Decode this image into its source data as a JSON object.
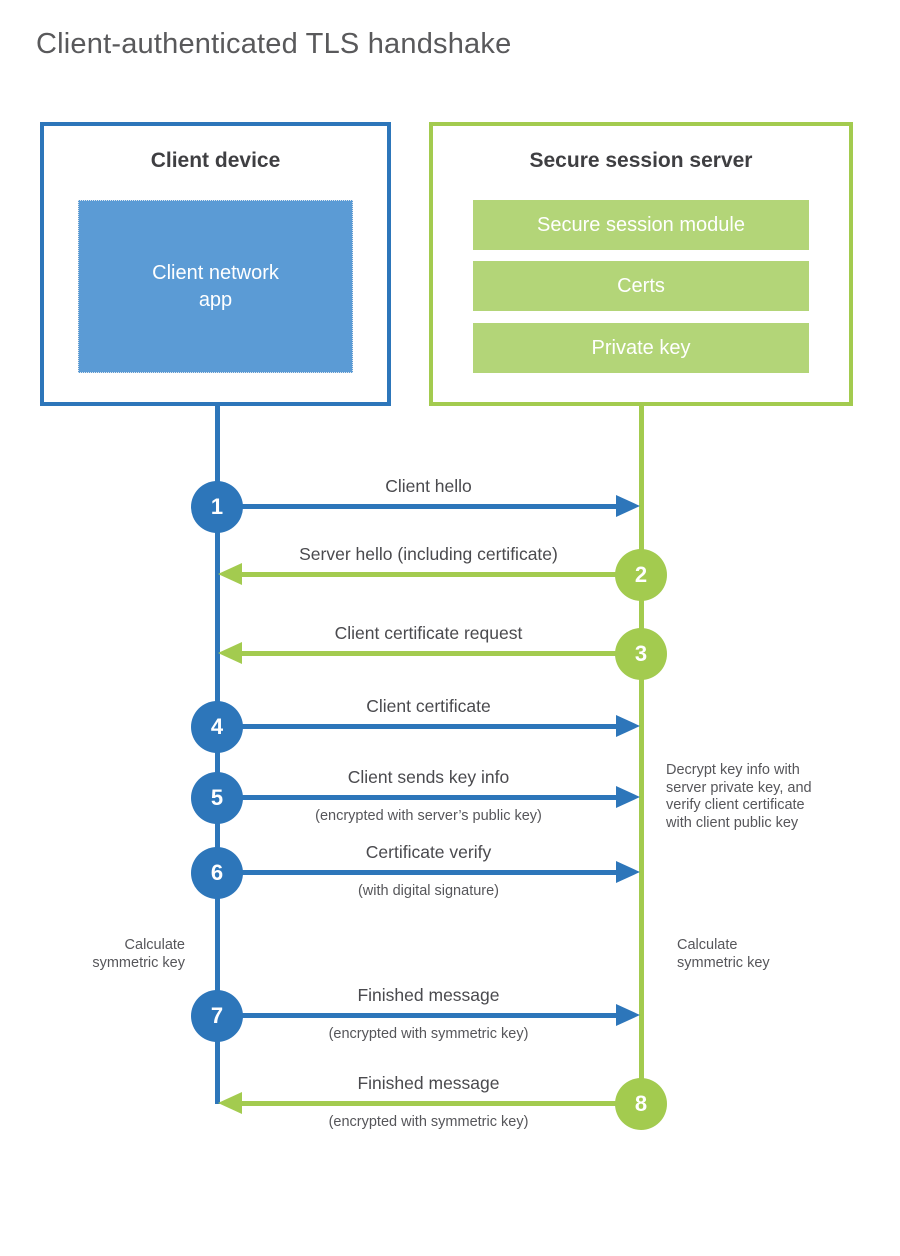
{
  "title": "Client-authenticated TLS handshake",
  "colors": {
    "blue": "#2d76ba",
    "blue_fill": "#5b9bd5",
    "green": "#a3cb4f",
    "green_fill": "#b3d578",
    "text_dark": "#3f3f42",
    "text": "#4a4a4e",
    "muted": "#56565a",
    "title": "#59595b"
  },
  "client": {
    "title": "Client device",
    "app": "Client network app"
  },
  "server": {
    "title": "Secure session server",
    "modules": [
      "Secure session module",
      "Certs",
      "Private key"
    ]
  },
  "steps": [
    {
      "num": "1",
      "label": "Client hello",
      "sub": "",
      "direction": "right",
      "color": "blue"
    },
    {
      "num": "2",
      "label": "Server hello (including certificate)",
      "sub": "",
      "direction": "left",
      "color": "green"
    },
    {
      "num": "3",
      "label": "Client certificate request",
      "sub": "",
      "direction": "left",
      "color": "green"
    },
    {
      "num": "4",
      "label": "Client certificate",
      "sub": "",
      "direction": "right",
      "color": "blue"
    },
    {
      "num": "5",
      "label": "Client sends key info",
      "sub": "(encrypted with server’s public key)",
      "direction": "right",
      "color": "blue"
    },
    {
      "num": "6",
      "label": "Certificate verify",
      "sub": "(with digital signature)",
      "direction": "right",
      "color": "blue"
    },
    {
      "num": "7",
      "label": "Finished message",
      "sub": "(encrypted with symmetric key)",
      "direction": "right",
      "color": "blue"
    },
    {
      "num": "8",
      "label": "Finished message",
      "sub": "(encrypted with symmetric key)",
      "direction": "left",
      "color": "green"
    }
  ],
  "notes": {
    "decrypt": {
      "lines": [
        "Decrypt key info with",
        "server private key, and",
        "verify client certificate",
        "with client public key"
      ]
    },
    "calc_left": {
      "lines": [
        "Calculate",
        "symmetric key"
      ]
    },
    "calc_right": {
      "lines": [
        "Calculate",
        "symmetric key"
      ]
    }
  }
}
